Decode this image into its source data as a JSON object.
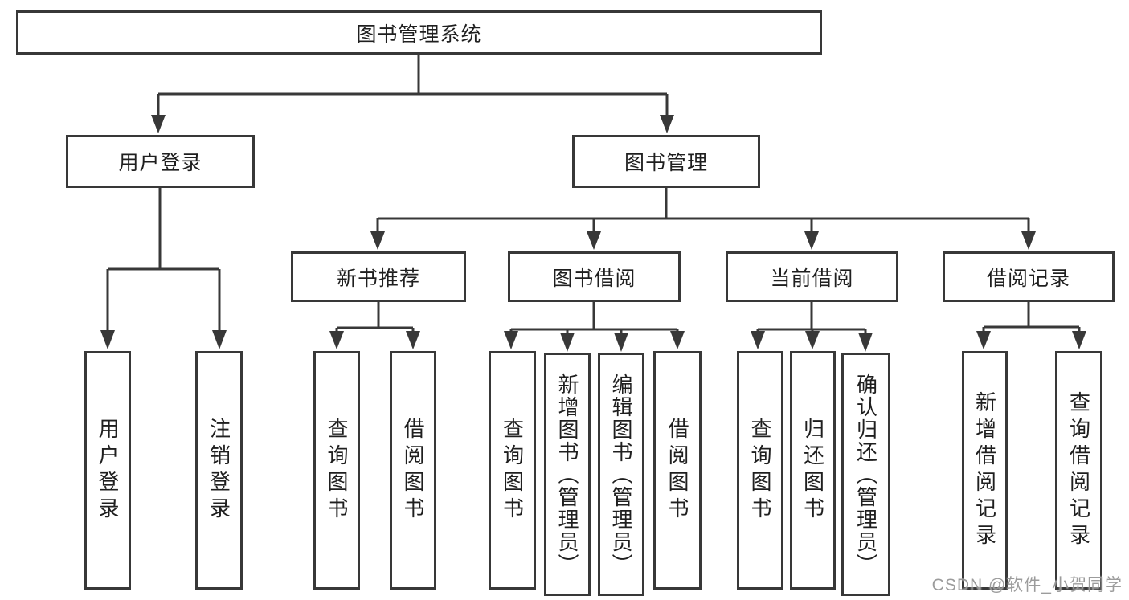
{
  "tree": {
    "root": {
      "label": "图书管理系统"
    },
    "branches": [
      {
        "label": "用户登录",
        "children": [
          {
            "label": "用户登录"
          },
          {
            "label": "注销登录"
          }
        ]
      },
      {
        "label": "图书管理",
        "children": [
          {
            "label": "新书推荐",
            "children": [
              {
                "label": "查询图书"
              },
              {
                "label": "借阅图书"
              }
            ]
          },
          {
            "label": "图书借阅",
            "children": [
              {
                "label": "查询图书"
              },
              {
                "label": "新增图书（管理员）"
              },
              {
                "label": "编辑图书（管理员）"
              },
              {
                "label": "借阅图书"
              }
            ]
          },
          {
            "label": "当前借阅",
            "children": [
              {
                "label": "查询图书"
              },
              {
                "label": "归还图书"
              },
              {
                "label": "确认归还（管理员）"
              }
            ]
          },
          {
            "label": "借阅记录",
            "children": [
              {
                "label": "新增借阅记录"
              },
              {
                "label": "查询借阅记录"
              }
            ]
          }
        ]
      }
    ]
  },
  "watermark": {
    "text": "CSDN @软件_小贺同学",
    "color": "#949494"
  },
  "colors": {
    "line": "#383838",
    "box_border": "#383838",
    "box_fill": "#ffffff",
    "text": "#1f1f1f",
    "background": "#ffffff"
  }
}
